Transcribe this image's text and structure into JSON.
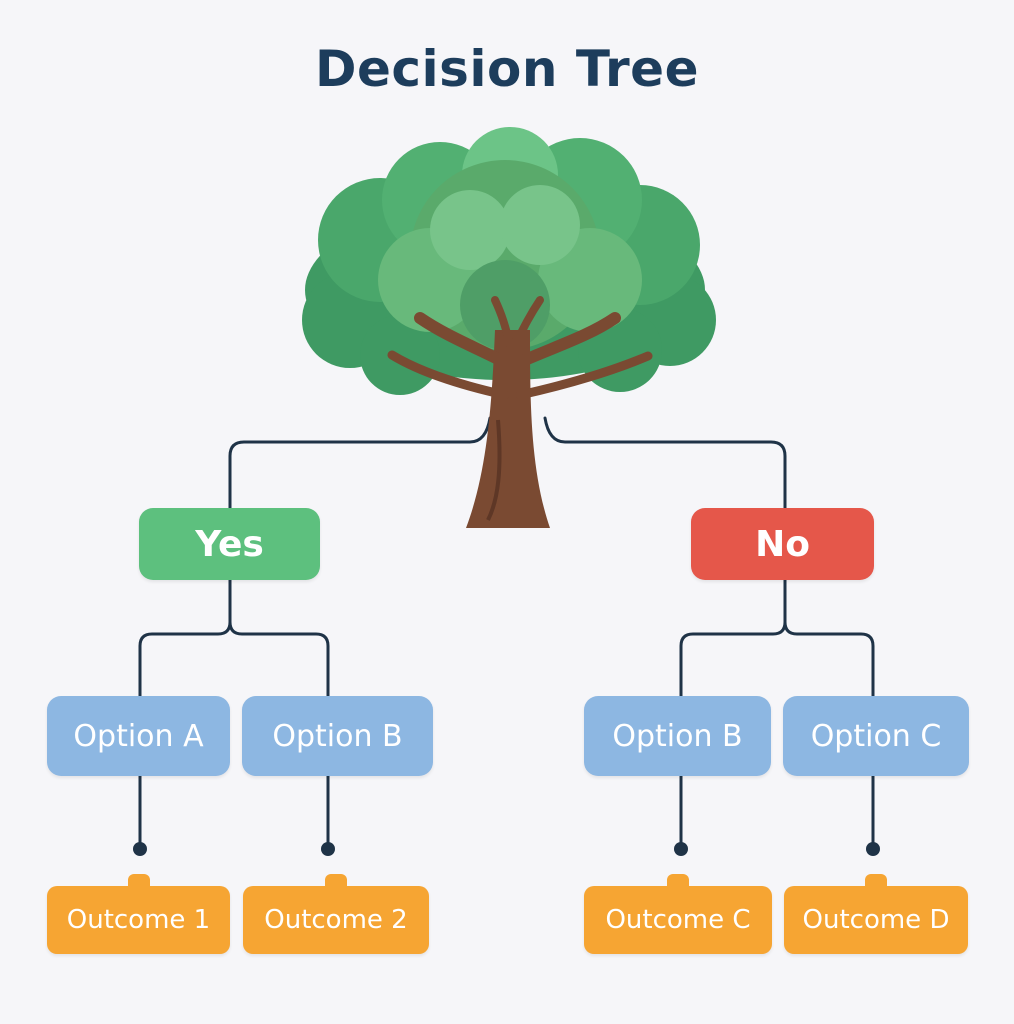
{
  "title": "Decision Tree",
  "colors": {
    "title": "#1d3d5c",
    "yes": "#5dc07e",
    "no": "#e5574a",
    "option": "#8db7e2",
    "outcome": "#f6a533",
    "connector": "#1f3347",
    "foliage": "#5aaa6b",
    "trunk": "#7a4a32"
  },
  "tree_icon": "tree-icon",
  "branches": {
    "yes": {
      "label": "Yes",
      "options": [
        {
          "label": "Option A",
          "outcome": "Outcome 1"
        },
        {
          "label": "Option B",
          "outcome": "Outcome 2"
        }
      ]
    },
    "no": {
      "label": "No",
      "options": [
        {
          "label": "Option B",
          "outcome": "Outcome C"
        },
        {
          "label": "Option C",
          "outcome": "Outcome D"
        }
      ]
    }
  }
}
